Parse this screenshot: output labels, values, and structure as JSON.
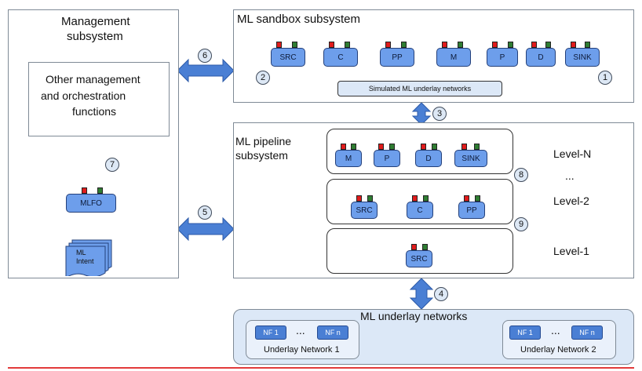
{
  "management": {
    "title_line1": "Management",
    "title_line2": "subsystem",
    "other_line1": "Other management",
    "other_line2": "and orchestration",
    "other_line3": "functions",
    "mlfo": "MLFO",
    "intent_line1": "ML",
    "intent_line2": "Intent"
  },
  "sandbox": {
    "title": "ML sandbox subsystem",
    "nodes": [
      "SRC",
      "C",
      "PP",
      "M",
      "P",
      "D",
      "SINK"
    ],
    "simulated": "Simulated ML underlay networks"
  },
  "pipeline": {
    "title_line1": "ML pipeline",
    "title_line2": "subsystem",
    "level_n_nodes": [
      "M",
      "P",
      "D",
      "SINK"
    ],
    "level_2_nodes": [
      "SRC",
      "C",
      "PP"
    ],
    "level_1_nodes": [
      "SRC"
    ],
    "levels": [
      "Level-N",
      "...",
      "Level-2",
      "Level-1"
    ]
  },
  "underlay": {
    "title": "ML underlay networks",
    "nf1": "NF 1",
    "nfn": "NF n",
    "dots": "...",
    "network1": "Underlay Network 1",
    "network2": "Underlay Network 2"
  },
  "badges": [
    "1",
    "2",
    "3",
    "4",
    "5",
    "6",
    "7",
    "8",
    "9"
  ],
  "colors": {
    "node_fill": "#6d9eeb",
    "pin_red": "#e01b1b",
    "pin_green": "#2f7d32",
    "arrow": "#4a7fd4",
    "footer_line": "#e23b3b"
  }
}
